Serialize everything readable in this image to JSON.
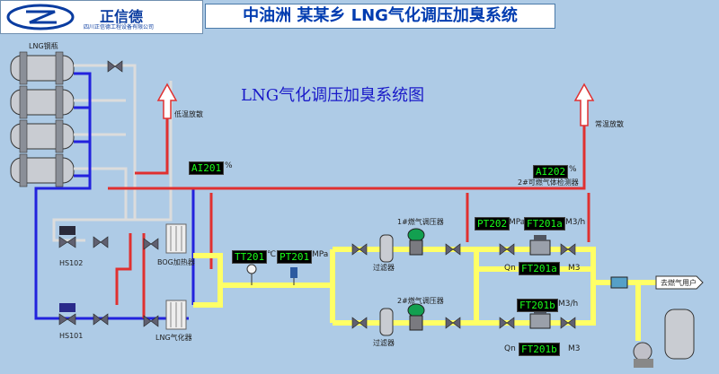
{
  "header": {
    "company": "正信德",
    "company_sub": "四川正信德工程设备有限公司",
    "title": "中油洲 某某乡 LNG气化调压加臭系统"
  },
  "diagram": {
    "title": "LNG气化调压加臭系统图",
    "labels": {
      "lng_tank": "LNG钢瓶",
      "low_temp_vent": "低温放散",
      "normal_temp_vent": "常温放散",
      "hs102": "HS102",
      "hs101": "HS101",
      "bog_heater": "BOG加热器",
      "lng_vaporizer": "LNG气化器",
      "gas_detector": "2#可燃气体检测器",
      "regulator1": "1#燃气调压器",
      "regulator2": "2#燃气调压器",
      "filter1": "过滤器",
      "filter2": "过滤器",
      "to_user": "去燃气用户"
    },
    "displays": {
      "ai201": {
        "tag": "AI201",
        "unit": "%"
      },
      "ai202": {
        "tag": "AI202",
        "unit": "%"
      },
      "tt201": {
        "tag": "TT201",
        "unit": "℃"
      },
      "pt201": {
        "tag": "PT201",
        "unit": "MPa"
      },
      "pt202": {
        "tag": "PT202",
        "unit": "MPa"
      },
      "ft201a_flow": {
        "tag": "FT201a",
        "unit": "M3/h"
      },
      "ft201a_total": {
        "prefix": "Qn",
        "tag": "FT201a",
        "unit": "M3"
      },
      "ft201b_flow": {
        "tag": "FT201b",
        "unit": "M3/h"
      },
      "ft201b_total": {
        "prefix": "Qn",
        "tag": "FT201b",
        "unit": "M3"
      }
    }
  },
  "colors": {
    "background": "#aecbe6",
    "gas_line": "#ffff66",
    "lng_line": "#2222dd",
    "red_line": "#e03030",
    "display_text": "#19ff19"
  }
}
